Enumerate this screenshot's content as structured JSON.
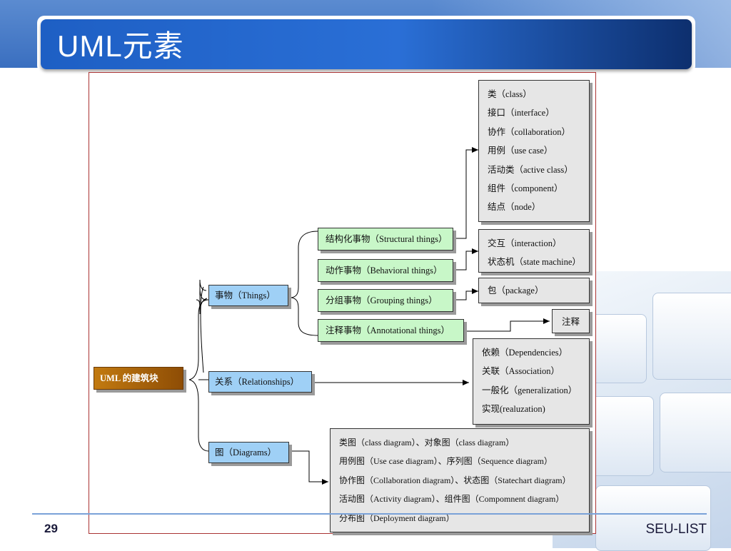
{
  "slide": {
    "title": "UML元素",
    "page_number": "29",
    "footer_label": "SEU-LIST"
  },
  "diagram": {
    "root": "UML 的建筑块",
    "categories": {
      "things": "事物（Things）",
      "relationships": "关系（Relationships）",
      "diagrams": "图（Diagrams）"
    },
    "things": {
      "structural": "结构化事物（Structural things）",
      "behavioral": "动作事物（Behavioral things）",
      "grouping": "分组事物（Grouping things）",
      "annotational": "注释事物（Annotational things）"
    },
    "structural_items": [
      "类（class）",
      "接口（interface）",
      "协作（collaboration）",
      "用例（use case）",
      "活动类（active class）",
      "组件（component）",
      "结点（node）"
    ],
    "behavioral_items": [
      "交互（interaction）",
      "状态机（state machine）"
    ],
    "grouping_items": [
      "包（package）"
    ],
    "annotation_item": "注释",
    "relationship_items": [
      "依赖（Dependencies）",
      "关联（Association）",
      "一般化（generalization）",
      "实现(realuzation)"
    ],
    "diagram_items": [
      "类图（class diagram）、对象图（class diagram）",
      "用例图（Use case diagram）、序列图（Sequence diagram）",
      "协作图（Collaboration diagram）、状态图（Statechart diagram）",
      "活动图（Activity diagram）、组件图（Compomnent diagram）",
      "分布图（Deployment diagram）"
    ]
  },
  "colors": {
    "title_bar": "#2a6fd6",
    "category_box": "#9fd0f6",
    "thing_box": "#c8f7c8",
    "list_box": "#e6e6e6",
    "root_box": "#b06a0c"
  }
}
